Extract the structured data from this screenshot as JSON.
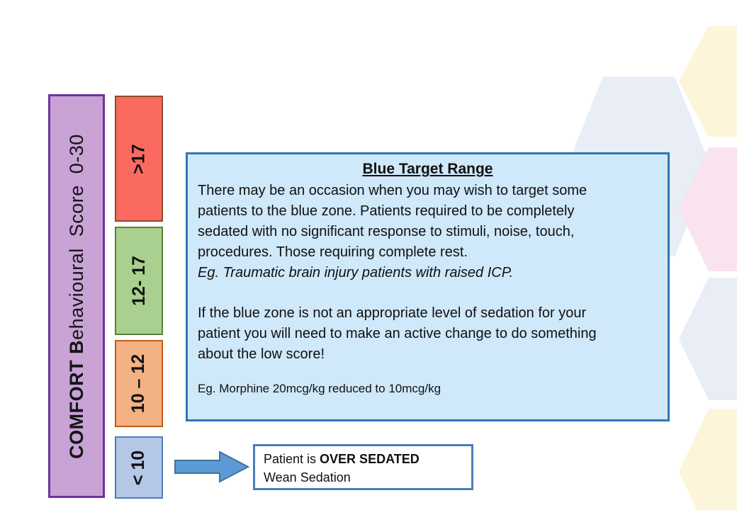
{
  "scale_bar": {
    "label_bold": "COMFORT B",
    "label_rest": "ehavioural  Score  0-30",
    "fill": "#c9a2d6",
    "border": "#7030a0"
  },
  "score_boxes": [
    {
      "label": ">17",
      "fill": "#fa6a60",
      "border": "#904b28"
    },
    {
      "label": "12- 17",
      "fill": "#a9d08e",
      "border": "#548235"
    },
    {
      "label": "10 – 12",
      "fill": "#f4b183",
      "border": "#c55a11"
    },
    {
      "label": "< 10",
      "fill": "#b4c7e7",
      "border": "#4a7ebb"
    }
  ],
  "info_box": {
    "title": "Blue Target Range",
    "paragraph1": "There may be an occasion when you may wish to target some\npatients to the blue zone. Patients required to be completely\nsedated with no significant response to stimuli, noise, touch,\nprocedures. Those requiring complete rest.",
    "example1": "Eg. Traumatic brain injury patients with raised ICP.",
    "paragraph2": "If the blue zone is not an appropriate level of sedation for your\npatient you will need to make an active change to do something\nabout the low score!",
    "example2": "Eg. Morphine 20mcg/kg reduced to 10mcg/kg",
    "fill": "#cfe8fa",
    "border": "#2e75b6"
  },
  "oversedated_box": {
    "line1_prefix": "Patient is ",
    "line1_bold": "OVER SEDATED",
    "line2": "Wean Sedation",
    "border": "#4a7ebb"
  },
  "arrow": {
    "fill": "#5b9bd5",
    "stroke": "#41719c"
  },
  "decor": {
    "hex_yellow": "#fcf5d9",
    "hex_blue": "#e9edf5",
    "hex_pink": "#f9e3ee"
  }
}
